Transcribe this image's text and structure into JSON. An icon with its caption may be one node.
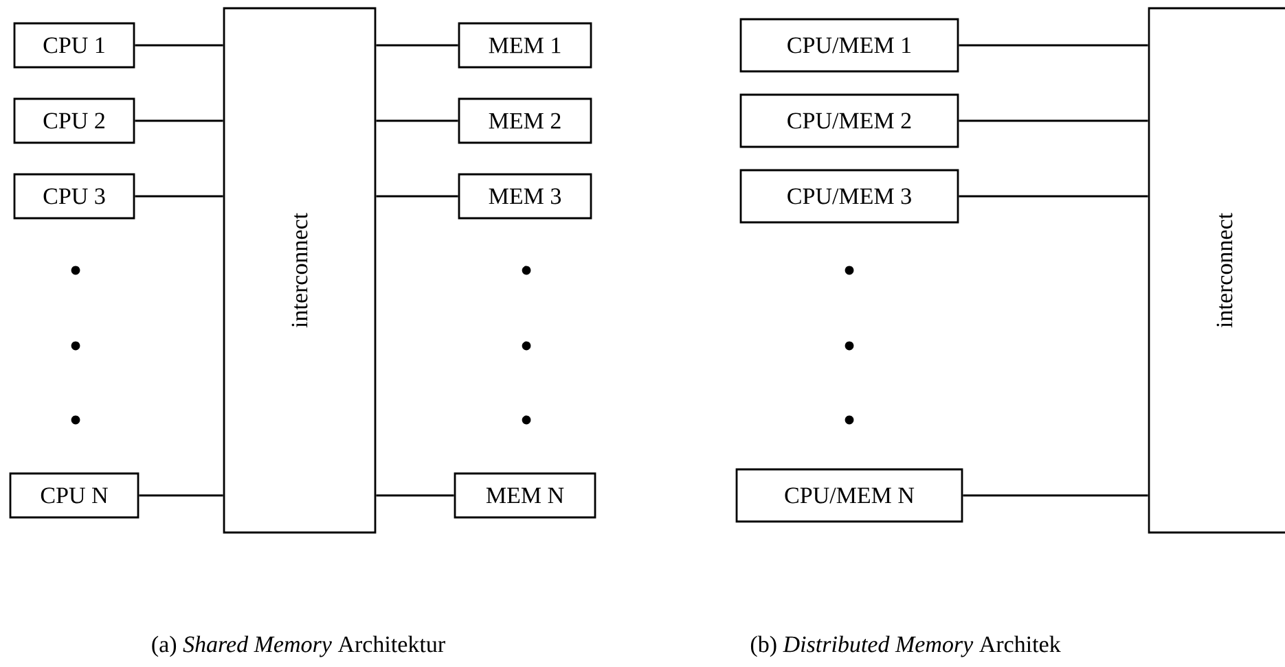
{
  "diagram": {
    "nodes": [
      {
        "text": [
          "CPU 1"
        ]
      },
      {
        "text": [
          "CPU 2"
        ]
      },
      {
        "text": [
          "CPU 3"
        ]
      },
      {
        "text": [
          "CPU N"
        ]
      },
      {
        "text": [
          "interconnect"
        ]
      },
      {
        "text": [
          "MEM 1"
        ]
      },
      {
        "text": [
          "MEM 2"
        ]
      },
      {
        "text": [
          "MEM 3"
        ]
      },
      {
        "text": [
          "MEM N"
        ]
      },
      {
        "text": [
          "CPU/MEM 1"
        ]
      },
      {
        "text": [
          "CPU/MEM 2"
        ]
      },
      {
        "text": [
          "CPU/MEM 3"
        ]
      },
      {
        "text": [
          "CPU/MEM N"
        ]
      },
      {
        "text": [
          "interconnect"
        ]
      }
    ],
    "edges": [
      {
        "from": 0,
        "to": 4,
        "arrow": "none"
      },
      {
        "from": 1,
        "to": 4,
        "arrow": "none"
      },
      {
        "from": 2,
        "to": 4,
        "arrow": "none"
      },
      {
        "from": 3,
        "to": 4,
        "arrow": "none"
      },
      {
        "from": 4,
        "to": 5,
        "arrow": "none"
      },
      {
        "from": 4,
        "to": 6,
        "arrow": "none"
      },
      {
        "from": 4,
        "to": 7,
        "arrow": "none"
      },
      {
        "from": 4,
        "to": 8,
        "arrow": "none"
      },
      {
        "from": 9,
        "to": 13,
        "arrow": "none"
      },
      {
        "from": 10,
        "to": 13,
        "arrow": "none"
      },
      {
        "from": 11,
        "to": 13,
        "arrow": "none"
      },
      {
        "from": 12,
        "to": 13,
        "arrow": "none"
      }
    ],
    "labels": [
      "(a) *Shared Memory* Architektur",
      "(b) *Distributed Memory* Architek"
    ]
  }
}
